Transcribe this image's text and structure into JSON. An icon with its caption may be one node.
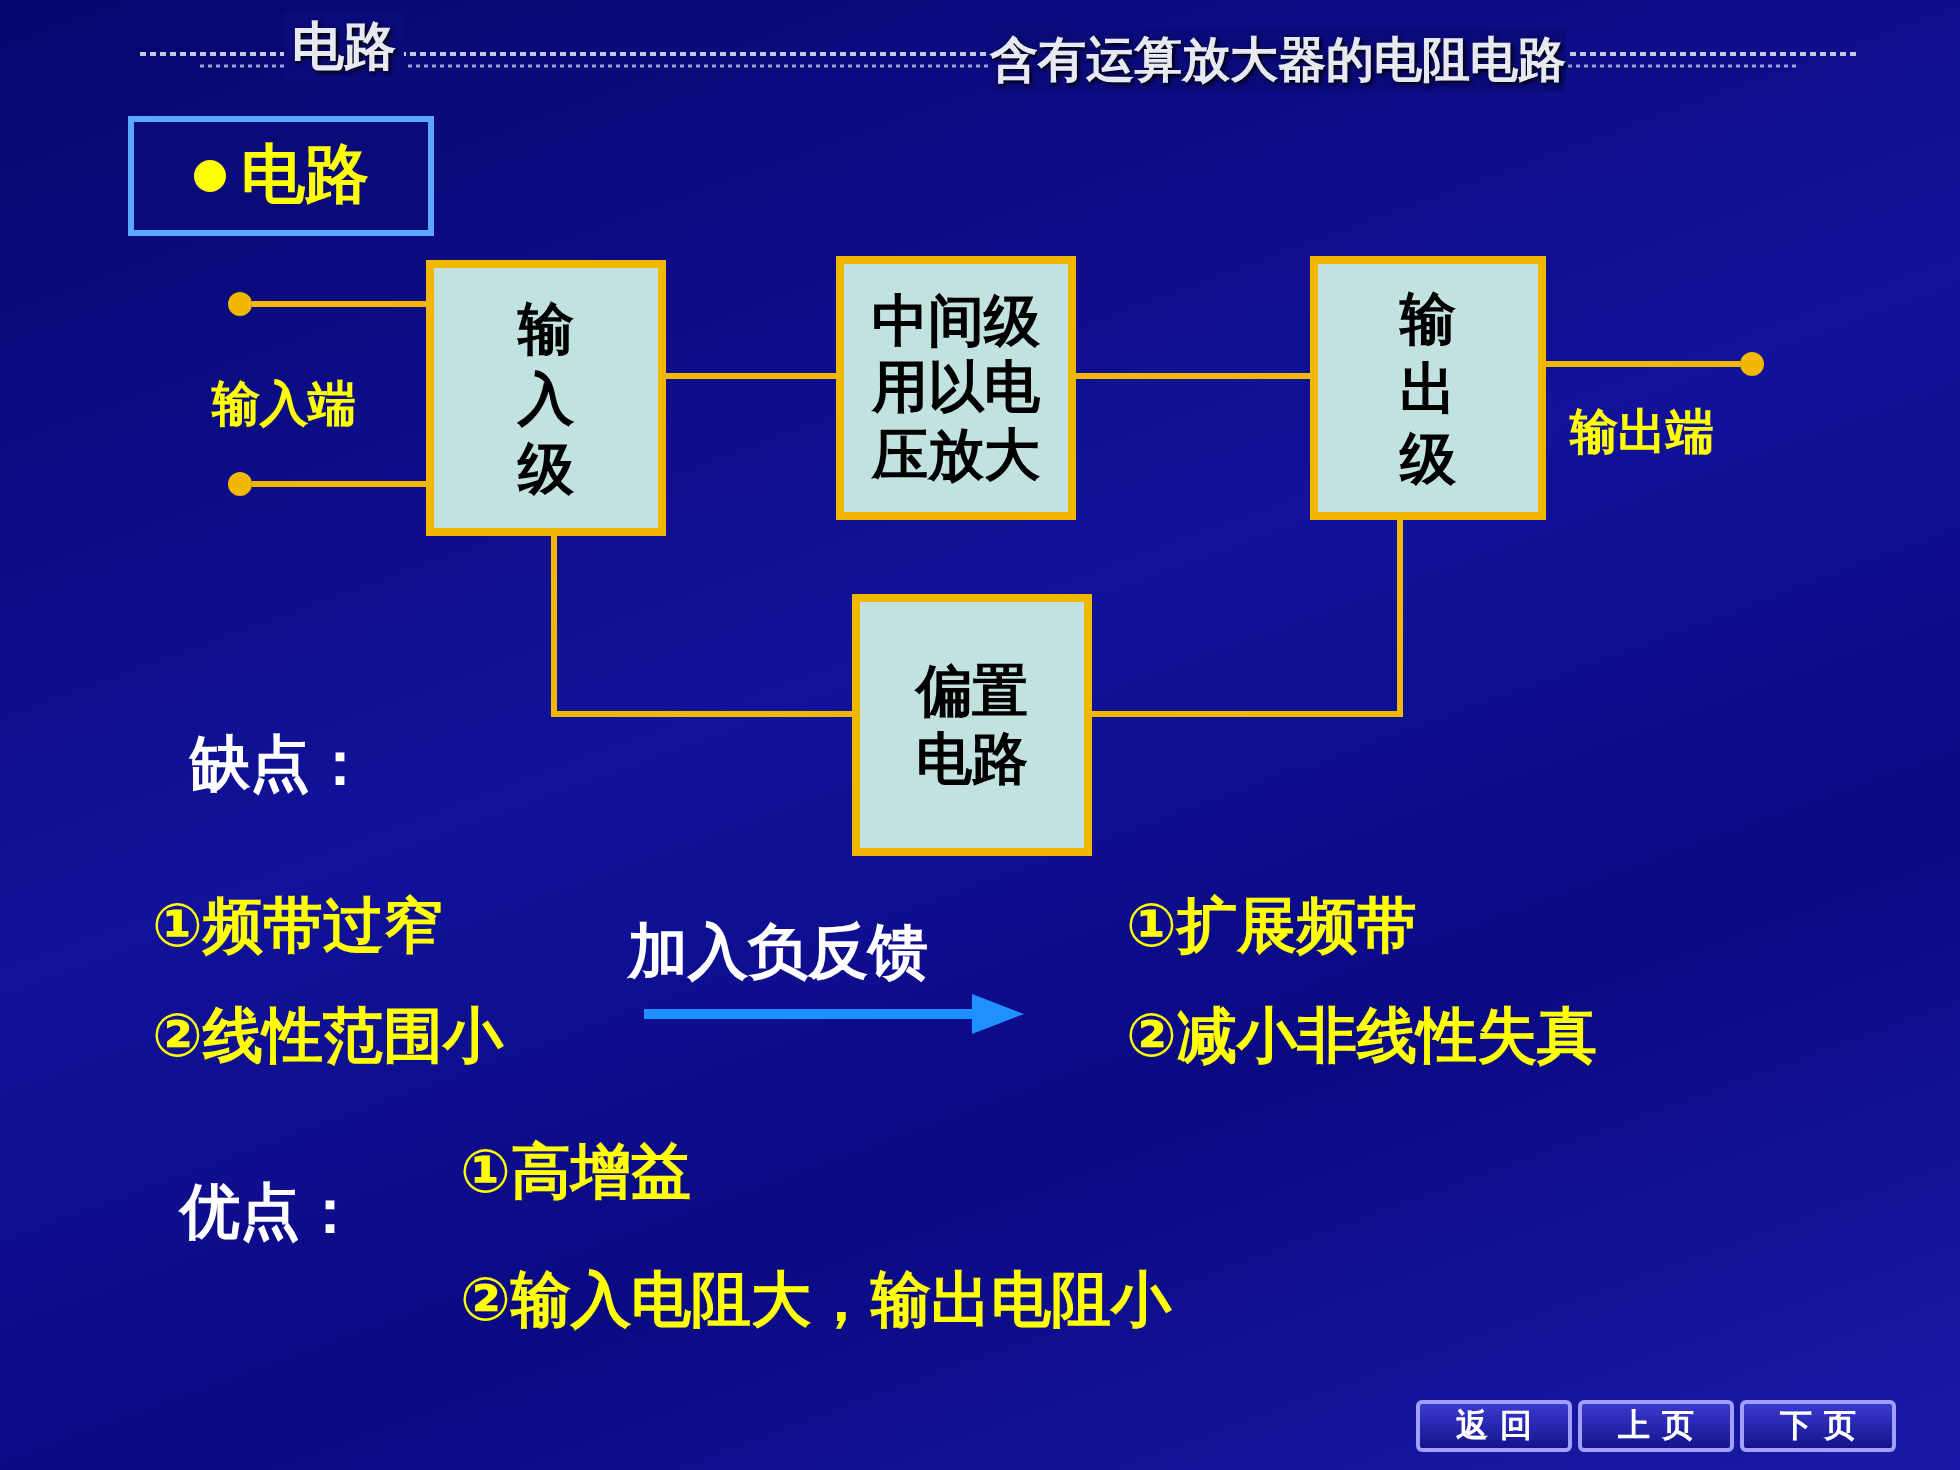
{
  "diagram": {
    "title": "含有运算放大器的电阻电路",
    "nodes": [
      {
        "text": [
          "电路"
        ]
      },
      {
        "text": [
          "输入级"
        ]
      },
      {
        "text": [
          "中间级用以电压放大"
        ]
      },
      {
        "text": [
          "输出级"
        ]
      },
      {
        "text": [
          "偏置电路"
        ]
      },
      {
        "text": [],
        "shape": "circle"
      },
      {
        "text": [],
        "shape": "circle"
      },
      {
        "text": [],
        "shape": "circle"
      }
    ],
    "edges": [
      {
        "from": 5,
        "to": 1,
        "arrow": "none"
      },
      {
        "from": 6,
        "to": 1,
        "arrow": "none"
      },
      {
        "from": 1,
        "to": 2,
        "arrow": "none"
      },
      {
        "from": 2,
        "to": 3,
        "arrow": "none"
      },
      {
        "from": 3,
        "to": 7,
        "arrow": "none"
      },
      {
        "from": 1,
        "to": 4,
        "arrow": "none"
      },
      {
        "from": 3,
        "to": 4,
        "arrow": "none"
      }
    ],
    "labels": [
      "电路",
      "输入端",
      "输出端",
      "缺点：",
      "①频带过窄",
      "②线性范围小",
      "加入负反馈",
      "①扩展频带",
      "②减小非线性失真",
      "优点：",
      "①高增益",
      "②输入电阻大，输出电阻小",
      "返 回",
      "上 页",
      "下 页"
    ]
  }
}
